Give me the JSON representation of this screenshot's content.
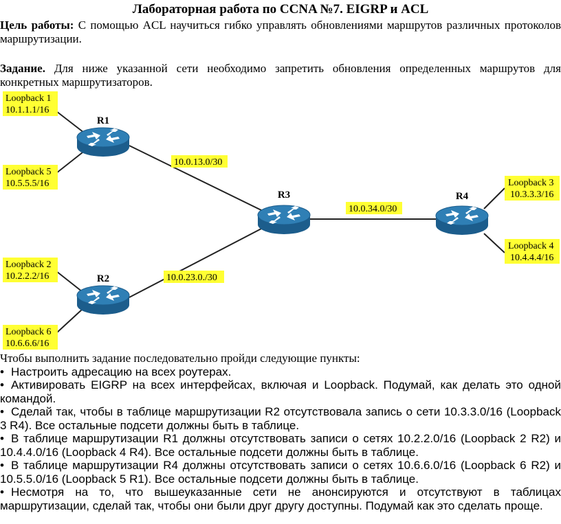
{
  "title": "Лабораторная работа по CCNA №7. EIGRP и ACL",
  "goal": {
    "label": "Цель работы:",
    "text": "С помощью ACL научиться гибко управлять обновлениями маршрутов различных протоколов маршрутизации."
  },
  "task": {
    "label": "Задание.",
    "text": "Для ниже указанной сети необходимо запретить обновления определенных маршрутов для конкретных маршрутизаторов."
  },
  "diagram": {
    "routers": [
      {
        "id": "R1",
        "label": "R1"
      },
      {
        "id": "R2",
        "label": "R2"
      },
      {
        "id": "R3",
        "label": "R3"
      },
      {
        "id": "R4",
        "label": "R4"
      }
    ],
    "loopbacks": [
      {
        "name": "Loopback 1",
        "address": "10.1.1.1/16"
      },
      {
        "name": "Loopback 5",
        "address": "10.5.5.5/16"
      },
      {
        "name": "Loopback 2",
        "address": "10.2.2.2/16"
      },
      {
        "name": "Loopback 6",
        "address": "10.6.6.6/16"
      },
      {
        "name": "Loopback 3",
        "address": "10.3.3.3/16"
      },
      {
        "name": "Loopback 4",
        "address": "10.4.4.4/16"
      }
    ],
    "links": [
      {
        "label": "10.0.13.0/30"
      },
      {
        "label": "10.0.23.0./30"
      },
      {
        "label": "10.0.34.0/30"
      }
    ],
    "colors": {
      "label_bg": "#ffff33",
      "router_top": "#2f7fb5",
      "router_side": "#1c5d8c"
    }
  },
  "steps": {
    "intro": "Чтобы выполнить задание последовательно пройди следующие пункты:",
    "bullet": "•",
    "items": [
      "Настроить адресацию на всех роутерах.",
      "Активировать EIGRP на всех интерфейсах, включая и Loopback. Подумай, как делать это одной командой.",
      "Сделай так, чтобы в таблице маршрутизации R2 отсутствовала запись о сети 10.3.3.0/16 (Loopback 3 R4). Все остальные подсети должны быть в таблице.",
      "В таблице маршрутизации R1 должны отсутствовать записи о сетях 10.2.2.0/16 (Loopback 2 R2) и 10.4.4.0/16 (Loopback 4 R4). Все остальные подсети должны быть в таблице.",
      "В таблице маршрутизации R4 должны отсутствовать записи о сетях 10.6.6.0/16 (Loopback 6 R2) и 10.5.5.0/16 (Loopback 5 R1). Все остальные подсети должны быть в таблице.",
      "Несмотря на то, что вышеуказанные сети не анонсируются и отсутствуют в таблицах маршрутизации, сделай так, чтобы они были друг другу доступны. Подумай как это сделать проще."
    ]
  }
}
